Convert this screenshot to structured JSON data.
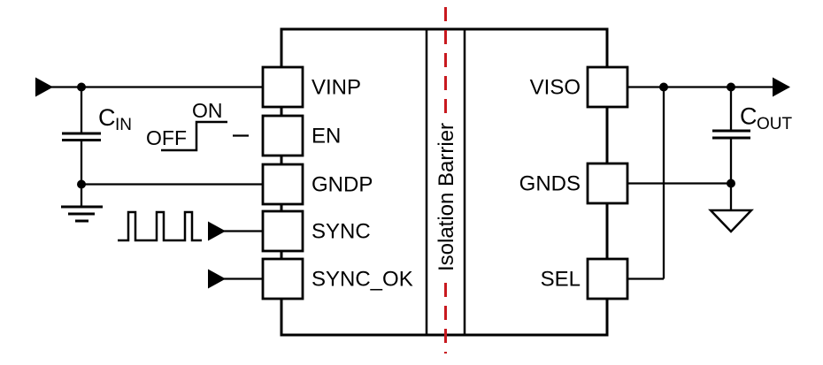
{
  "chip": {
    "left_pins": [
      "VINP",
      "EN",
      "GNDP",
      "SYNC",
      "SYNC_OK"
    ],
    "right_pins": [
      "VISO",
      "GNDS",
      "SEL"
    ],
    "barrier_label": "Isolation Barrier"
  },
  "components": {
    "cin": {
      "symbol": "C",
      "subscript": "IN"
    },
    "cout": {
      "symbol": "C",
      "subscript": "OUT"
    }
  },
  "en_waveform": {
    "on_label": "ON",
    "off_label": "OFF"
  },
  "colors": {
    "ink": "#000000",
    "isolation_dash": "#c8191f",
    "background": "#ffffff"
  }
}
